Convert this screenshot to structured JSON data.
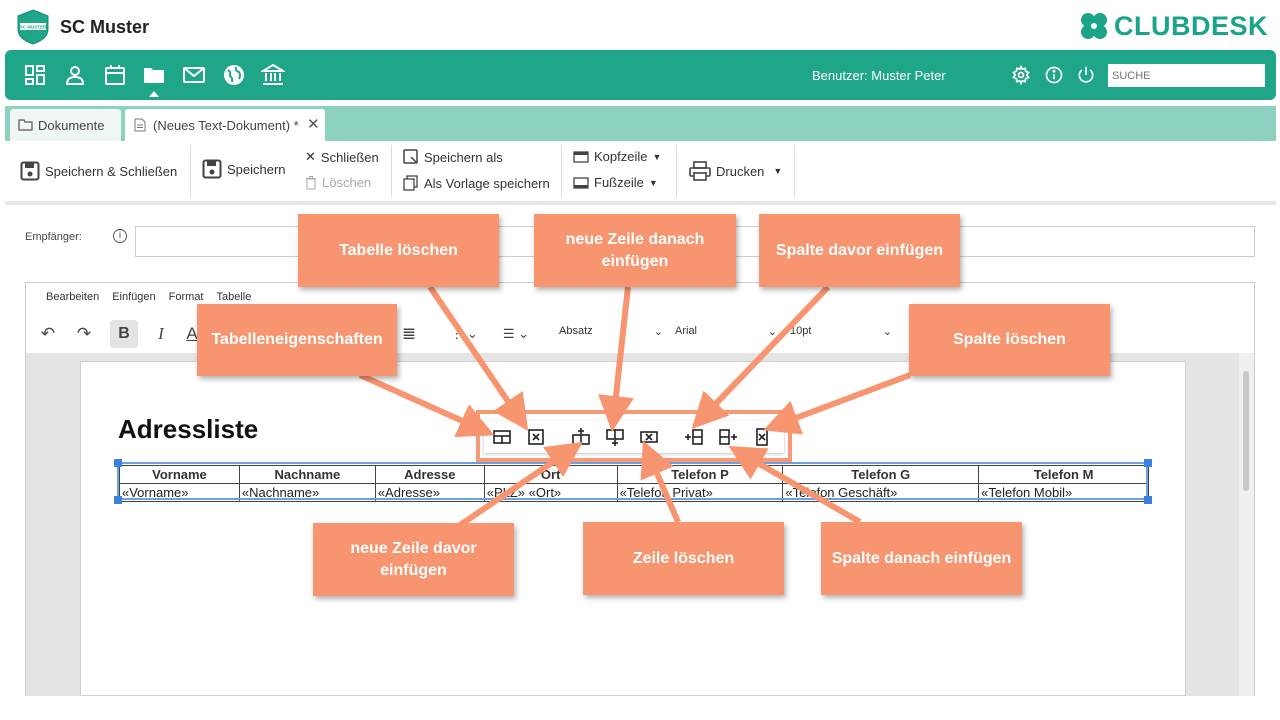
{
  "header": {
    "club_name": "SC Muster",
    "logo_text": "SC MUSTER",
    "brand": "CLUBDESK",
    "brand_color": "#1aa586"
  },
  "navbar": {
    "items": [
      "dashboard-icon",
      "user-icon",
      "calendar-icon",
      "folder-icon",
      "mail-icon",
      "globe-icon",
      "bank-icon"
    ],
    "active": "folder-icon",
    "user_label": "Benutzer: Muster Peter",
    "search_placeholder": "SUCHE",
    "color": "#1fa588"
  },
  "tabs": [
    {
      "label": "Dokumente"
    },
    {
      "label": "(Neues Text-Dokument) *"
    }
  ],
  "toolbar": {
    "save_close": "Speichern & Schließen",
    "save": "Speichern",
    "close": "Schließen",
    "delete": "Löschen",
    "save_as": "Speichern als",
    "save_template": "Als Vorlage speichern",
    "header_menu": "Kopfzeile",
    "footer_menu": "Fußzeile",
    "print": "Drucken"
  },
  "recipient": {
    "label": "Empfänger:",
    "value": ""
  },
  "editor": {
    "menu": [
      "Bearbeiten",
      "Einfügen",
      "Format",
      "Tabelle"
    ],
    "paragraph_style": "Absatz",
    "font": "Arial",
    "font_size": "10pt"
  },
  "document": {
    "title": "Adressliste",
    "columns": [
      "Vorname",
      "Nachname",
      "Adresse",
      "Ort",
      "Telefon P",
      "Telefon G",
      "Telefon M"
    ],
    "row": [
      "«Vorname»",
      "«Nachname»",
      "«Adresse»",
      "«PLZ» «Ort»",
      "«Telefon Privat»",
      "«Telefon Geschäft»",
      "«Telefon Mobil»"
    ]
  },
  "callouts": {
    "table_props": "Tabelleneigenschaften",
    "delete_table": "Tabelle löschen",
    "insert_row_after": "neue Zeile danach einfügen",
    "insert_col_before": "Spalte davor einfügen",
    "delete_col": "Spalte löschen",
    "insert_row_before": "neue Zeile davor einfügen",
    "delete_row": "Zeile löschen",
    "insert_col_after": "Spalte danach einfügen"
  },
  "callout_color": "#f6956f"
}
